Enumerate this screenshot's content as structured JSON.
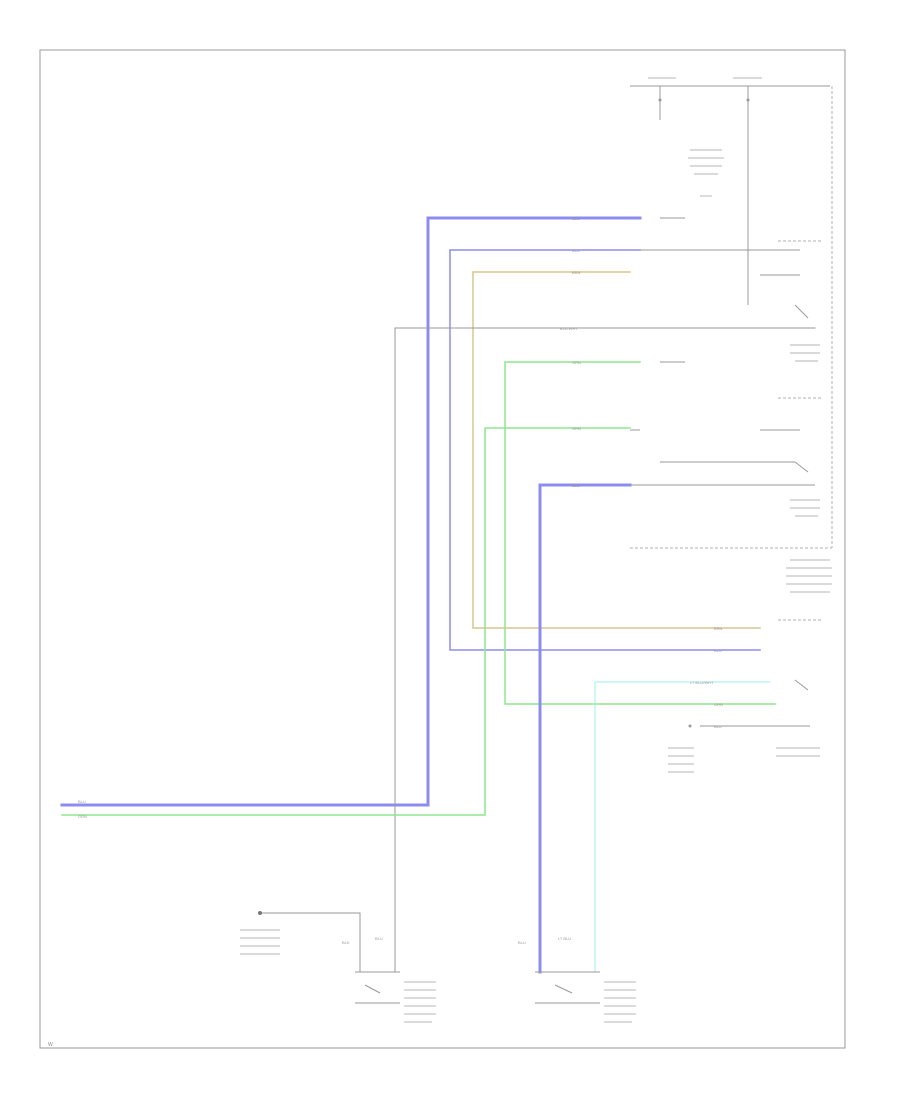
{
  "diagram": {
    "footer_code": "W",
    "colors": {
      "border": "#9a9a9a",
      "wire_blue": "#8c8cf0",
      "wire_green": "#8ee68e",
      "wire_tan": "#d8c58e",
      "wire_gray": "#9a9a9a",
      "wire_cyan": "#9ef0f0"
    },
    "wire_labels": [
      "BLU",
      "BLU",
      "BRN",
      "BLK/WHT",
      "GRN",
      "GRN",
      "BLU",
      "BRN",
      "BLU",
      "LT BLU/WHT",
      "GRN",
      "BLU",
      "BLU",
      "GRN",
      "BLU",
      "BLK",
      "BLU",
      "LT BLU"
    ]
  }
}
